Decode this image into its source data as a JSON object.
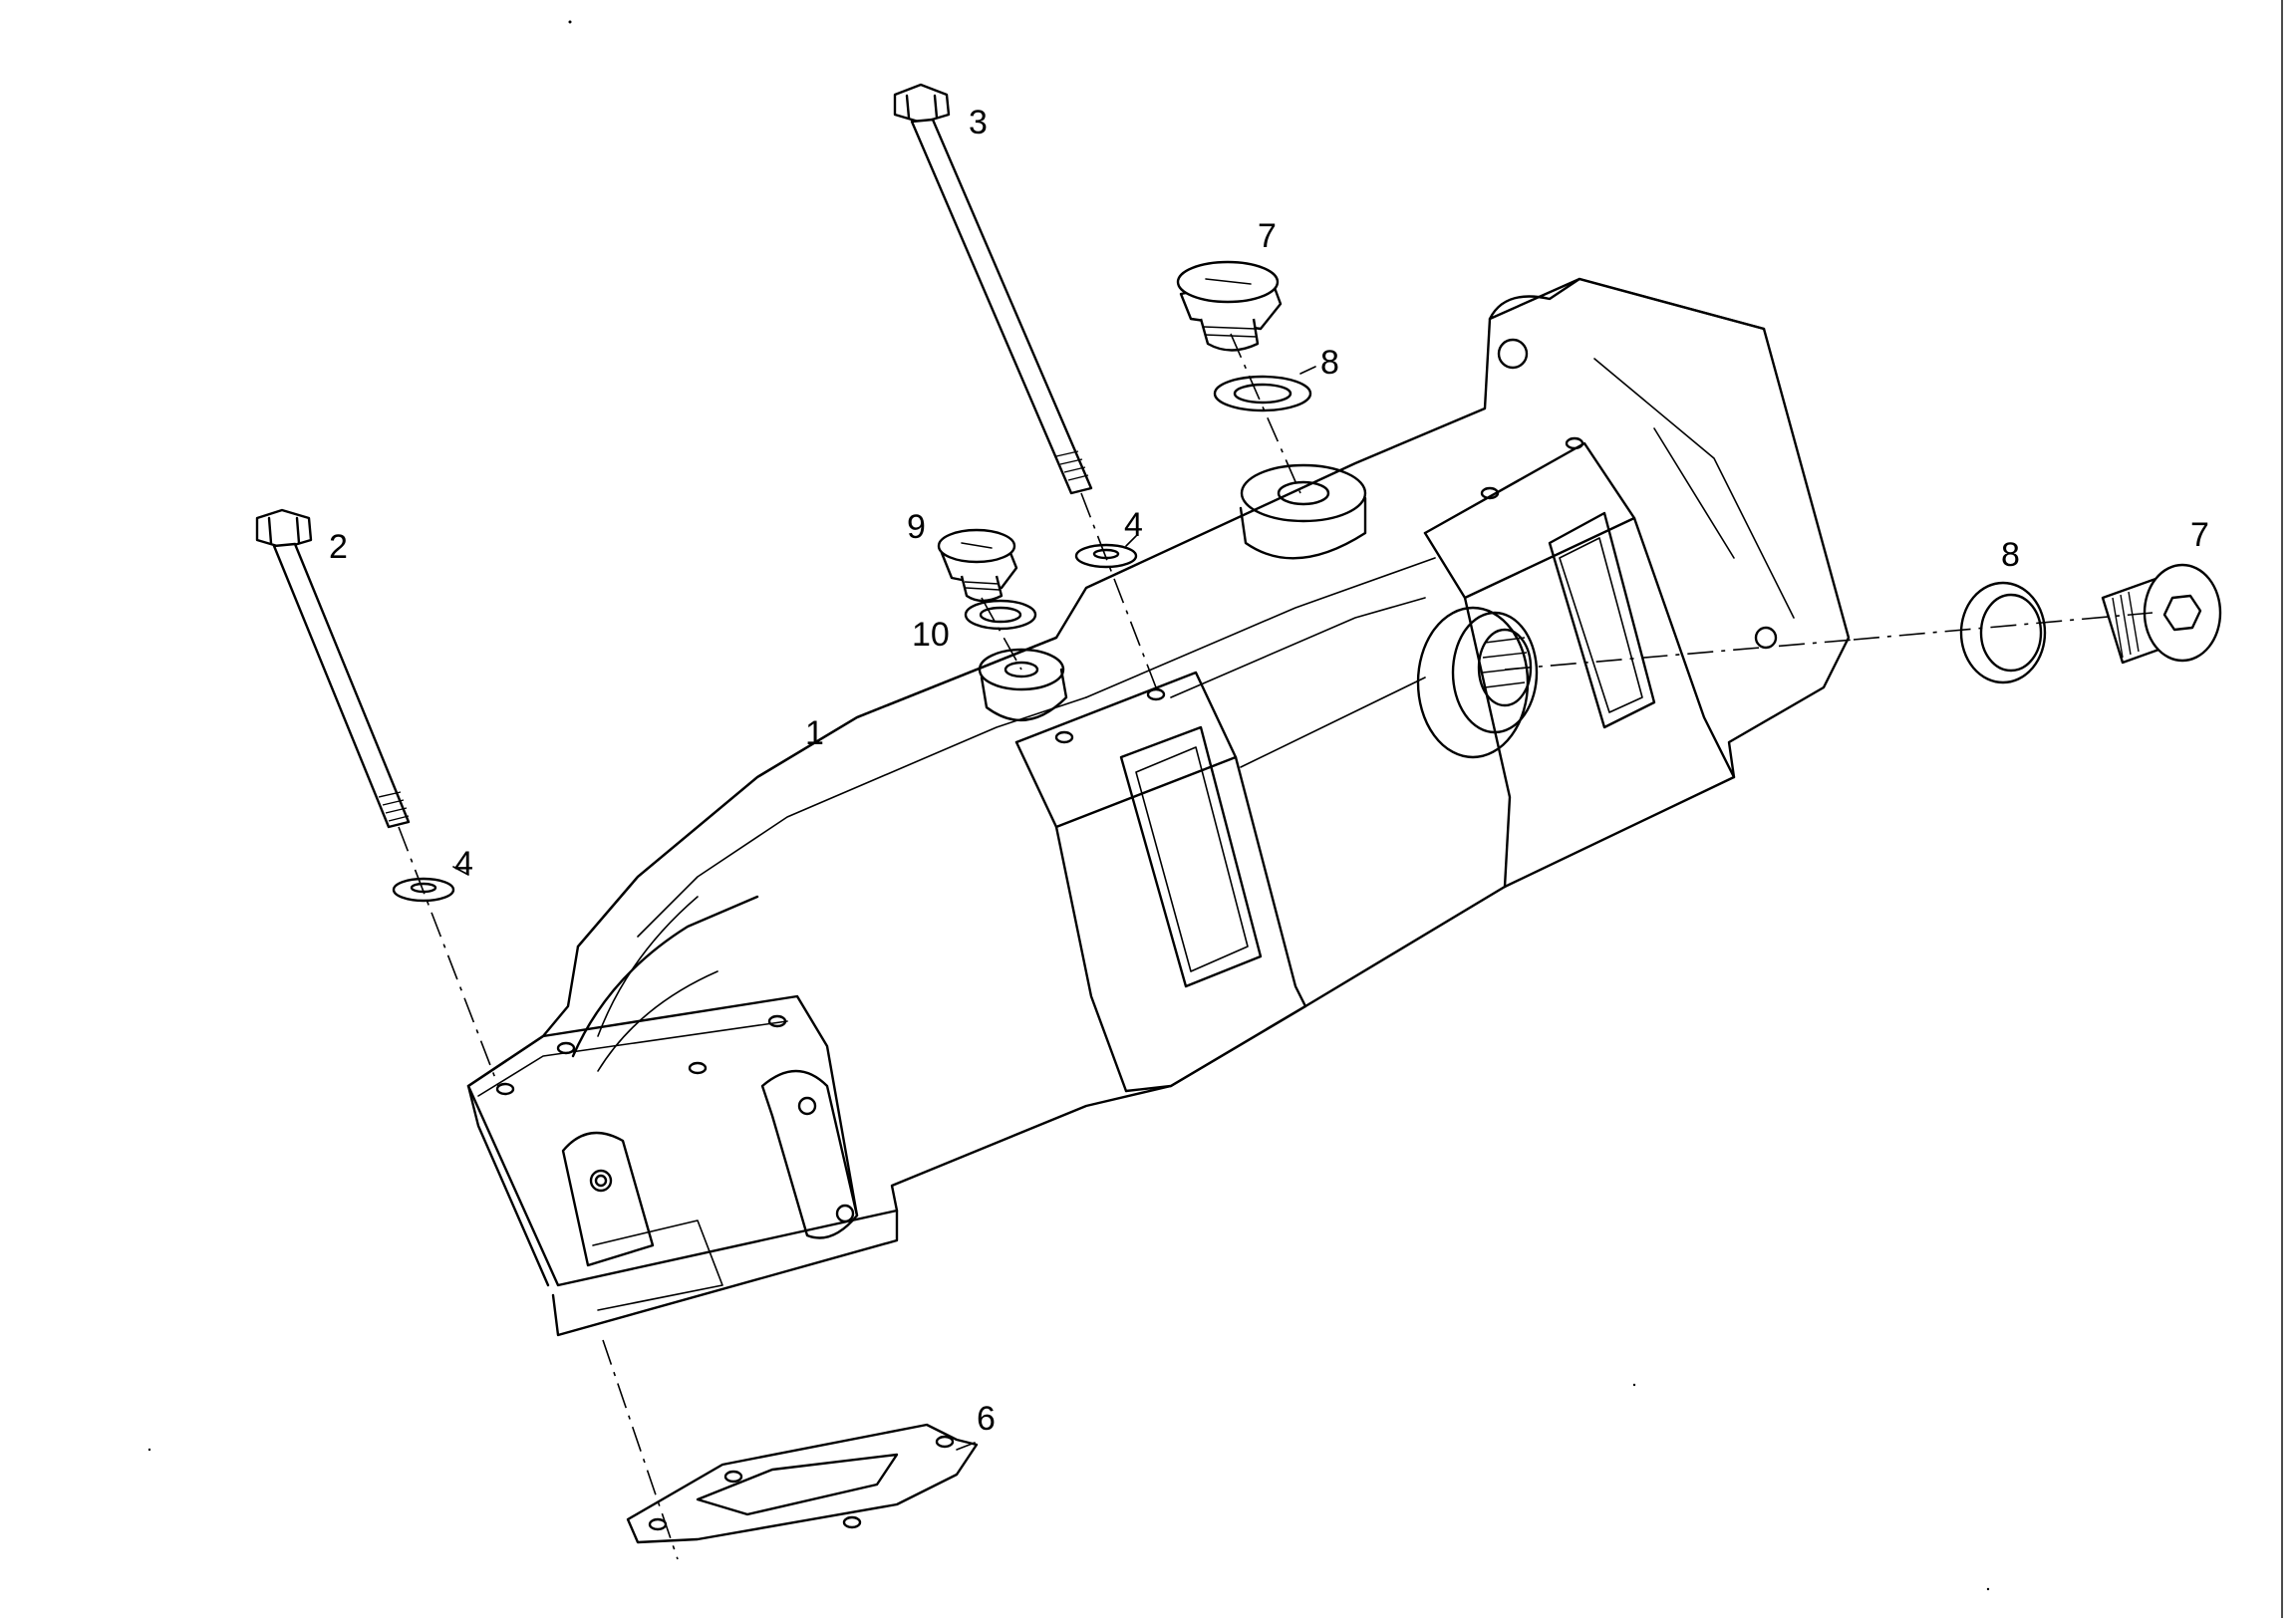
{
  "diagram": {
    "type": "exploded-parts-drawing",
    "subject_icon": "exhaust-manifold-drawing",
    "callouts": [
      {
        "id": "1",
        "text": "1"
      },
      {
        "id": "2",
        "text": "2"
      },
      {
        "id": "3",
        "text": "3"
      },
      {
        "id": "4a",
        "text": "4"
      },
      {
        "id": "4b",
        "text": "4"
      },
      {
        "id": "6",
        "text": "6"
      },
      {
        "id": "7a",
        "text": "7"
      },
      {
        "id": "7b",
        "text": "7"
      },
      {
        "id": "8a",
        "text": "8"
      },
      {
        "id": "8b",
        "text": "8"
      },
      {
        "id": "9",
        "text": "9"
      },
      {
        "id": "10",
        "text": "10"
      }
    ]
  }
}
